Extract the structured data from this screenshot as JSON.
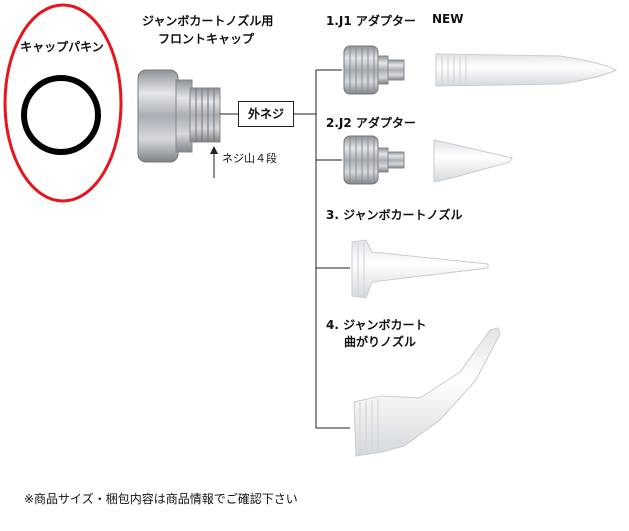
{
  "labels": {
    "cap_packing": "キャップパキン",
    "front_cap_line1": "ジャンボカートノズル用",
    "front_cap_line2": "フロントキャップ",
    "outer_thread": "外ネジ",
    "thread_steps": "ネジ山４段",
    "j1_adapter": "1.J1 アダプター",
    "new_badge": "NEW",
    "j2_adapter": "2.J2 アダプター",
    "jumbo_nozzle": "3. ジャンボカートノズル",
    "bent_nozzle_line1": "4. ジャンボカート",
    "bent_nozzle_line2": "曲がりノズル"
  },
  "footnote": "※商品サイズ・梱包内容は商品情報でご確認下さい",
  "colors": {
    "highlight_ring": "#e8141b",
    "o_ring": "#000000",
    "metal": "#b8bcc2",
    "nozzle": "#eef1f3",
    "line": "#222222"
  }
}
